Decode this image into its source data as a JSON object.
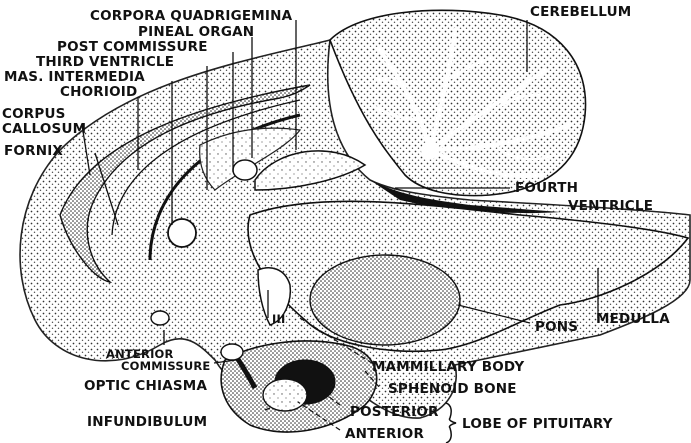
{
  "labels": {
    "corpora_quadrigemina": "CORPORA QUADRIGEMINA",
    "pineal_organ": "PINEAL ORGAN",
    "post_commissure": "POST COMMISSURE",
    "third_ventricle": "THIRD VENTRICLE",
    "mas_intermedia": "MAS. INTERMEDIA",
    "chorioid": "CHORIOID",
    "corpus": "CORPUS",
    "callosum": "CALLOSUM",
    "fornix": "FORNIX",
    "cerebellum": "CEREBELLUM",
    "fourth": "FOURTH",
    "ventricle": "VENTRICLE",
    "medulla": "MEDULLA",
    "pons": "PONS",
    "iii": "III",
    "anterior_commissure_1": "ANTERIOR",
    "anterior_commissure_2": "COMMISSURE",
    "mammillary_body": "MAMMILLARY BODY",
    "optic_chiasma": "OPTIC CHIASMA",
    "sphenoid_bone": "SPHENOID BONE",
    "infundibulum": "INFUNDIBULUM",
    "posterior": "POSTERIOR",
    "anterior": "ANTERIOR",
    "lobe_of_pituitary": "LOBE OF PITUITARY"
  }
}
